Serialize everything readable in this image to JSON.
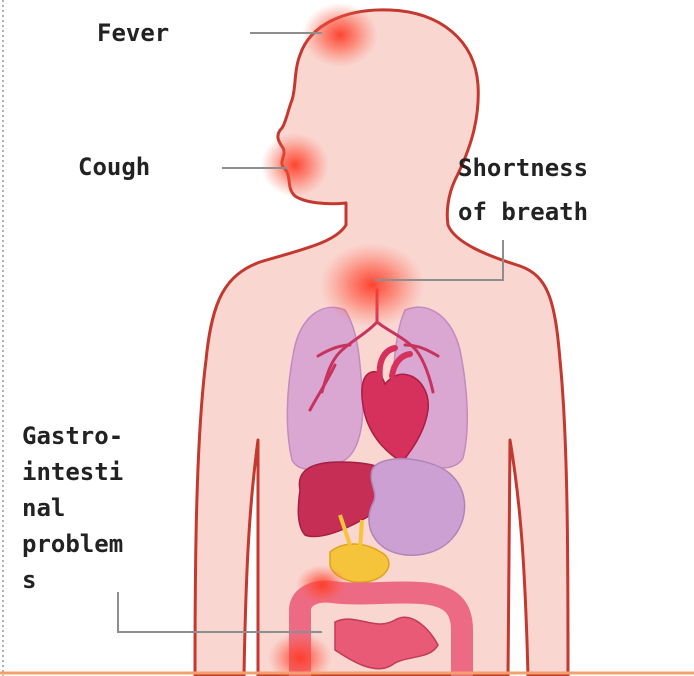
{
  "labels": {
    "fever": "Fever",
    "cough": "Cough",
    "shortness_line1": "Shortness",
    "shortness_line2": "of breath",
    "gi_lines": [
      "Gastro-",
      "intesti",
      "nal",
      "problem",
      "s"
    ]
  },
  "colors": {
    "skin": "#f9d6d0",
    "outline": "#c3392f",
    "leader": "#8e8e8e",
    "hotspot": "#ff3b28",
    "lungs": "#d9a7d1",
    "heart": "#d6305c",
    "liver": "#c62e56",
    "stomach": "#cda0d4",
    "intestine": "#ec6a84",
    "pancreas": "#f5c43a",
    "bottom_rule": "#f4a06c"
  }
}
